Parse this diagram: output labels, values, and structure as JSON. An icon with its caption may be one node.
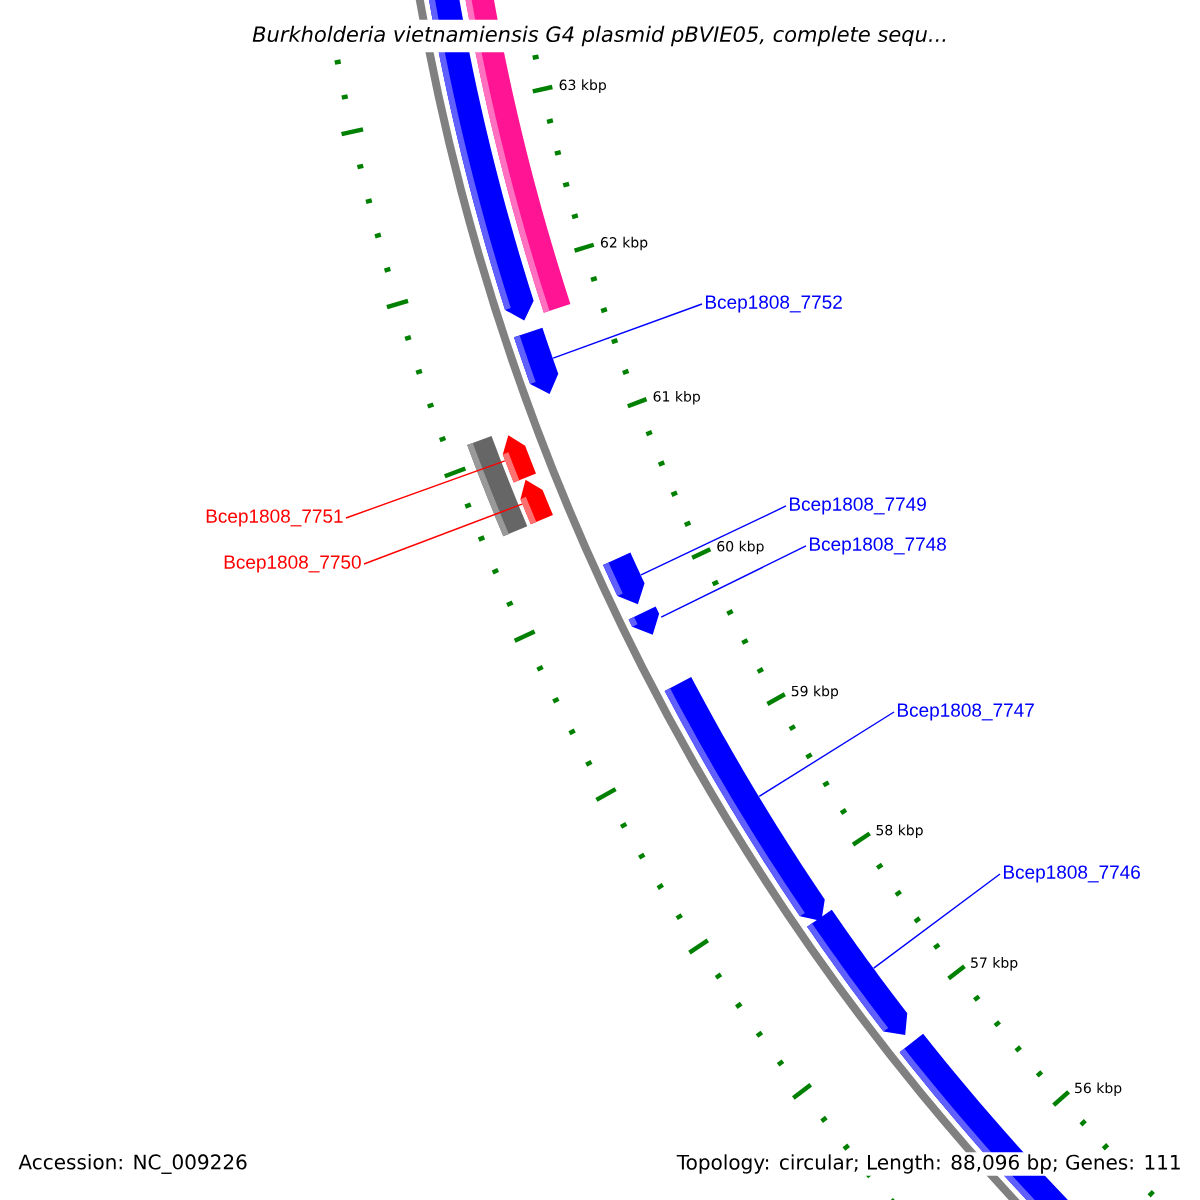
{
  "diagram": {
    "title": "Burkholderia vietnamiensis G4 plasmid pBVIE05, complete sequ...",
    "nodes": [
      {
        "text": [
          "Bcep1808_7752"
        ]
      },
      {
        "text": [],
        "shape": "bar"
      },
      {
        "text": [
          "Bcep1808_7751"
        ]
      },
      {
        "text": [],
        "shape": "bar"
      },
      {
        "text": [
          "Bcep1808_7750"
        ]
      },
      {
        "text": [],
        "shape": "bar"
      },
      {
        "text": [
          "Bcep1808_7749"
        ]
      },
      {
        "text": [],
        "shape": "bar"
      },
      {
        "text": [
          "Bcep1808_7748"
        ]
      },
      {
        "text": [],
        "shape": "bar"
      },
      {
        "text": [
          "Bcep1808_7747"
        ]
      },
      {
        "text": [],
        "shape": "bar"
      },
      {
        "text": [
          "Bcep1808_7746"
        ]
      },
      {
        "text": [],
        "shape": "bar"
      }
    ],
    "edges": [
      {
        "from": 0,
        "to": 1,
        "arrow": "none"
      },
      {
        "from": 2,
        "to": 3,
        "arrow": "none",
        "color": "#ff0000"
      },
      {
        "from": 4,
        "to": 5,
        "arrow": "none",
        "color": "#ff0000"
      },
      {
        "from": 6,
        "to": 7,
        "arrow": "none"
      },
      {
        "from": 8,
        "to": 9,
        "arrow": "none"
      },
      {
        "from": 10,
        "to": 11,
        "arrow": "none"
      },
      {
        "from": 12,
        "to": 13,
        "arrow": "none"
      }
    ],
    "labels": [
      "63 kbp",
      "62 kbp",
      "61 kbp",
      "60 kbp",
      "59 kbp",
      "58 kbp",
      "57 kbp",
      "56 kbp",
      "Accession: NC_009226",
      "Topology: circular; Length: 88,096 bp; Genes: 111"
    ]
  }
}
